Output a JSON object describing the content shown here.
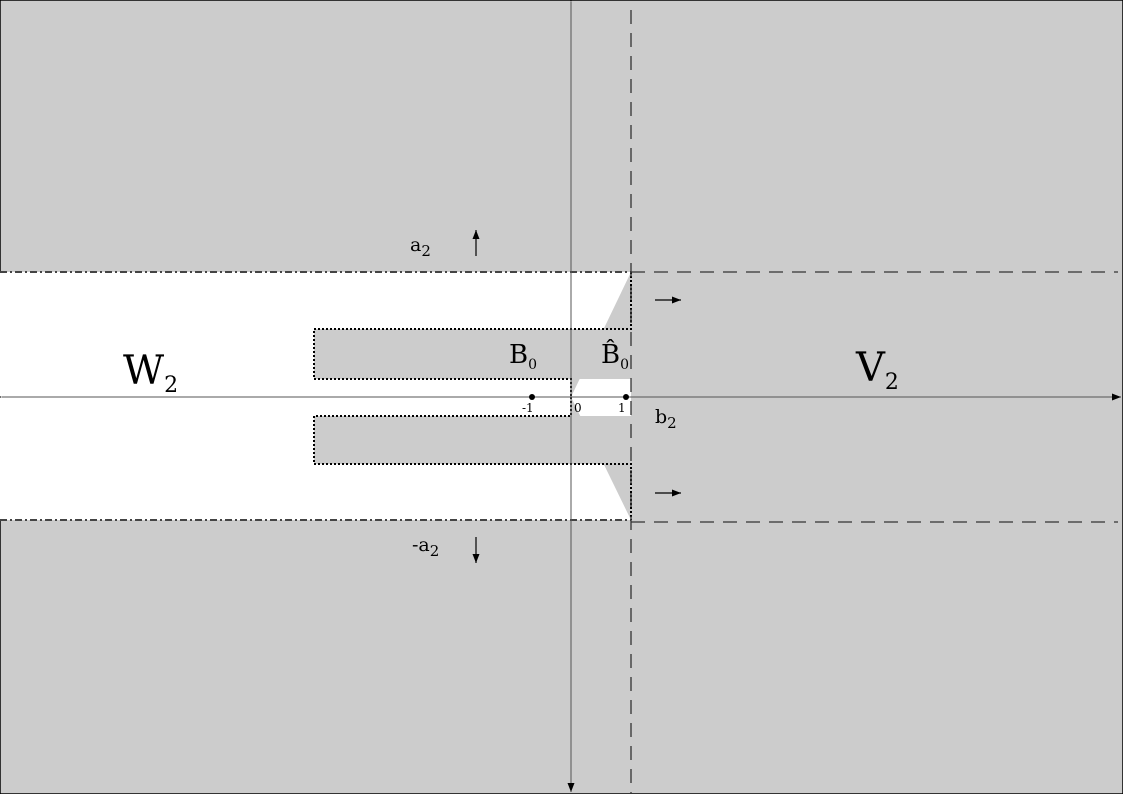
{
  "region_labels": {
    "W": {
      "base": "W",
      "sub": "2"
    },
    "V": {
      "base": "V",
      "sub": "2"
    },
    "B": {
      "base": "B",
      "sub": "0"
    },
    "Bhat": {
      "base": "B̂",
      "sub": "0"
    }
  },
  "level_labels": {
    "a": {
      "base": "a",
      "sub": "2"
    },
    "minus_a": {
      "base": "-a",
      "sub": "2"
    },
    "b": {
      "base": "b",
      "sub": "2"
    }
  },
  "tick_labels": {
    "minus_one": "-1",
    "zero": "0",
    "one": "1"
  },
  "colors": {
    "shaded": "#cccccc",
    "background": "#ffffff",
    "ink": "#000000",
    "axis": "#555555"
  }
}
